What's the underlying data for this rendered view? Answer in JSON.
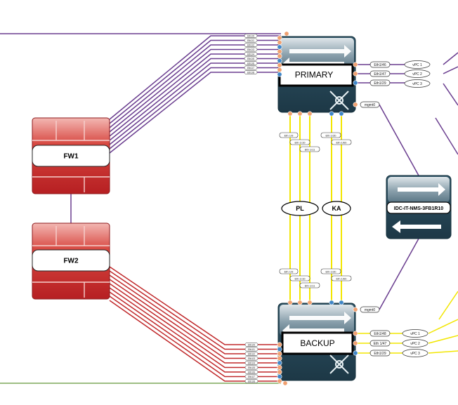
{
  "devices": {
    "primary": {
      "label": "PRIMARY"
    },
    "backup": {
      "label": "BACKUP"
    },
    "fw1": {
      "label": "FW1"
    },
    "fw2": {
      "label": "FW2"
    },
    "nms": {
      "label": "IDC-IT-NMS-3FB1R10"
    }
  },
  "links": {
    "pl": "PL",
    "ka": "KA",
    "primary_mgmt": "mgmt0",
    "backup_mgmt": "mgmt0"
  },
  "primary_right_ports": [
    {
      "port": "Eth1/46",
      "vpc": "vPC 1"
    },
    {
      "port": "Eth1/47",
      "vpc": "vPC 2"
    },
    {
      "port": "Eth1/29",
      "vpc": "vPC 3"
    }
  ],
  "backup_right_ports": [
    {
      "port": "Eth1/48",
      "vpc": "vPC 1"
    },
    {
      "port": "Eth 1/47",
      "vpc": "vPC 2"
    },
    {
      "port": "Eth1/29",
      "vpc": "vPC 3"
    }
  ],
  "peer_link_ports": {
    "top_pl": [
      "Eth 1/9",
      "Eth 1/10",
      "Eth 1/11"
    ],
    "top_ka": [
      "Eth 1/2b",
      "Eth 1/bb"
    ],
    "bottom_pl": [
      "Eth 1/9",
      "Eth 1/10",
      "Eth 1/11"
    ],
    "bottom_ka": [
      "Eth 1/2b",
      "Eth 1/bb"
    ]
  },
  "fw_uplink_ports": {
    "primary": [
      "Eth1/9",
      "Eth1/1",
      "Eth1/2",
      "Eth1/3",
      "Eth1/4",
      "Eth1/5",
      "Eth1/6",
      "Eth1/7",
      "Eth1/8"
    ],
    "backup": [
      "Eth1/9",
      "Eth1/1",
      "Eth1/2",
      "Eth1/3",
      "Eth1/4",
      "Eth1/5",
      "Eth1/6",
      "Eth1/7",
      "Eth1/8"
    ]
  },
  "colors": {
    "purple": "#6a3d8f",
    "red": "#c0282a",
    "yellow": "#f2e600",
    "green": "#7fa95a",
    "switch_dark": "#2a4a5a",
    "firewall": "#c8262a"
  }
}
